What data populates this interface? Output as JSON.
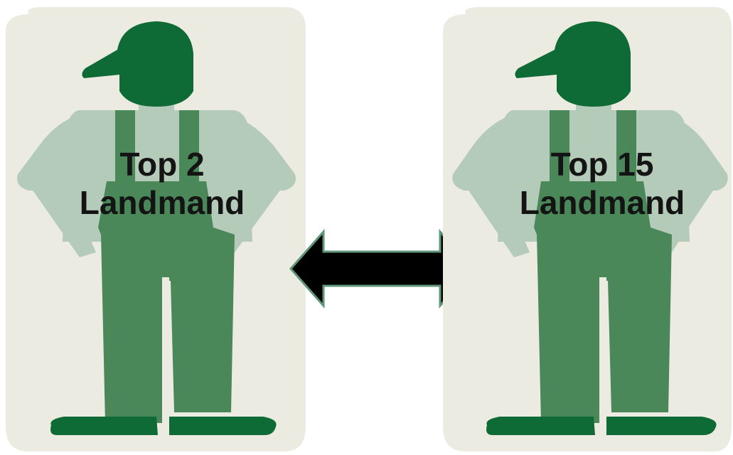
{
  "farmers": [
    {
      "title_line1": "Top 2",
      "title_line2": "Landmand"
    },
    {
      "title_line1": "Top 15",
      "title_line2": "Landmand"
    }
  ],
  "icons": {
    "farmer": "farmer-icon",
    "arrow": "double-arrow-icon"
  },
  "colors": {
    "cap": "#0e6b35",
    "overalls": "#4a8759",
    "shirt": "#b5cbb9",
    "halo": "#ecebe2",
    "arrow_fill": "#000000",
    "arrow_stroke": "#5e9677",
    "text": "#141414"
  }
}
